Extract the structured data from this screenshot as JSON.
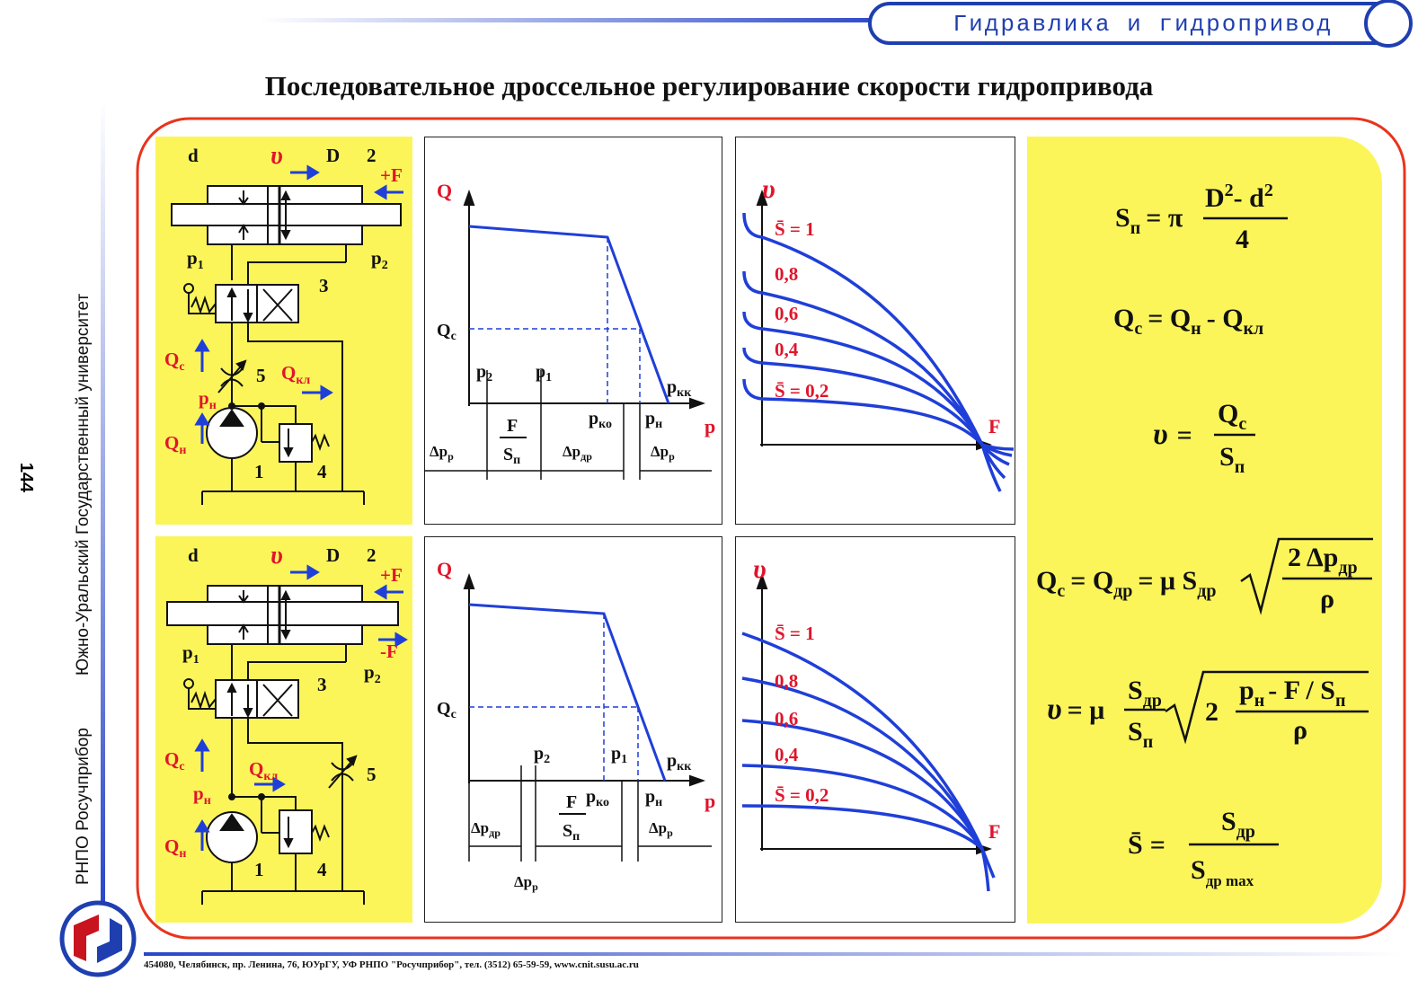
{
  "header": {
    "title": "Гидравлика и гидропривод"
  },
  "page": {
    "number": "144",
    "title": "Последовательное дроссельное регулирование скорости гидропривода"
  },
  "sidebar": {
    "university": "Южно-Уральский Государственный университет",
    "organization": "РНПО Росучприбор"
  },
  "footer": {
    "address": "454080, Челябинск, пр. Ленина, 76, ЮУрГУ, УФ РНПО \"Росучприбор\", тел. (3512) 65-59-59, www.cnit.susu.ac.ru"
  },
  "colors": {
    "accent": "#1f3fb0",
    "frame": "#e8341c",
    "panel": "#fbf55a",
    "curve": "#1f3fd8",
    "label_red": "#e0152a"
  },
  "schematic": {
    "d": "d",
    "v": "υ",
    "D": "D",
    "n2": "2",
    "plusF": "+F",
    "minusF": "-F",
    "p1": "p",
    "p1_sub": "1",
    "p2": "p",
    "p2_sub": "2",
    "n3": "3",
    "Qc": "Q",
    "Qc_sub": "c",
    "n5": "5",
    "Qkl": "Q",
    "Qkl_sub": "кл",
    "pn": "p",
    "pn_sub": "н",
    "Qn": "Q",
    "Qn_sub": "н",
    "n1": "1",
    "n4": "4"
  },
  "qp_chart": {
    "y_axis": "Q",
    "x_axis": "p",
    "Qc": "Q",
    "Qc_sub": "с",
    "p1": "p",
    "p1_sub": "1",
    "p2": "p",
    "p2_sub": "2",
    "pkk": "p",
    "pkk_sub": "кк",
    "pko": "p",
    "pko_sub": "ко",
    "pn": "p",
    "pn_sub": "н",
    "F": "F",
    "S": "S",
    "S_sub": "п",
    "dpr": "Δp",
    "dpr_sub": "р",
    "dpdr": "Δp",
    "dpdr_sub": "др"
  },
  "chart_data": [
    {
      "type": "line",
      "title": "",
      "xlabel": "F",
      "ylabel": "υ",
      "series": [
        {
          "name": "S̄ = 1"
        },
        {
          "name": "0,8"
        },
        {
          "name": "0,6"
        },
        {
          "name": "0,4"
        },
        {
          "name": "S̄ = 0,2"
        }
      ]
    },
    {
      "type": "line",
      "title": "",
      "xlabel": "F",
      "ylabel": "υ",
      "series": [
        {
          "name": "S̄ = 1"
        },
        {
          "name": "0,8"
        },
        {
          "name": "0,6"
        },
        {
          "name": "0,4"
        },
        {
          "name": "S̄ = 0,2"
        }
      ]
    }
  ],
  "formulas": {
    "f1_lhs": "S",
    "f1_lhs_sub": "п",
    "f1_eq": "= π",
    "f1_num_a": "D",
    "f1_num_b": "- d",
    "f1_sup": "2",
    "f1_den": "4",
    "f2_a": "Q",
    "f2_a_sub": "c",
    "f2_b": "= Q",
    "f2_b_sub": "н",
    "f2_c": "- Q",
    "f2_c_sub": "кл",
    "f3_lhs": "υ",
    "f3_eq": "=",
    "f3_num": "Q",
    "f3_num_sub": "c",
    "f3_den": "S",
    "f3_den_sub": "п",
    "f4_a": "Q",
    "f4_a_sub": "c",
    "f4_b": "= Q",
    "f4_b_sub": "др",
    "f4_c": "= μ S",
    "f4_c_sub": "др",
    "f4_num": "2 Δp",
    "f4_num_sub": "др",
    "f4_den": "ρ",
    "f5_lhs": "υ",
    "f5_eq": "= μ",
    "f5_fn": "S",
    "f5_fn_sub": "др",
    "f5_fd": "S",
    "f5_fd_sub": "п",
    "f5_two": "2",
    "f5_num_a": "p",
    "f5_num_a_sub": "н",
    "f5_num_b": "- F / S",
    "f5_num_b_sub": "п",
    "f5_den": "ρ",
    "f6_lhs": "S̄",
    "f6_eq": "=",
    "f6_num": "S",
    "f6_num_sub": "др",
    "f6_den": "S",
    "f6_den_sub": "др max"
  }
}
